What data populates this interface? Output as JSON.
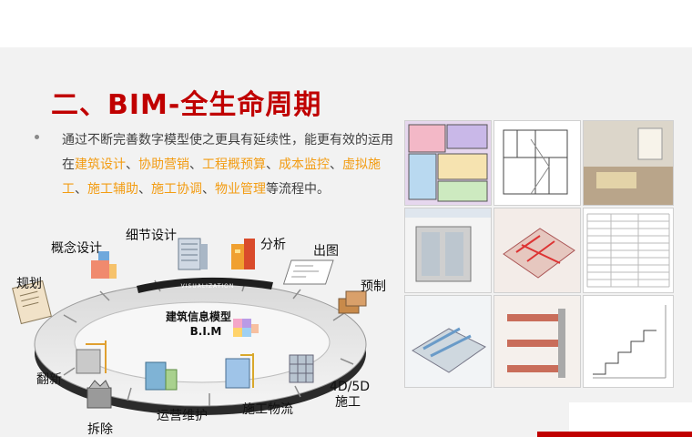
{
  "slide": {
    "title": "二、BIM-全生命周期",
    "paragraph": {
      "p1": "通过不断完善数字模型使之更具有延续性，能更有效的运用在",
      "h1": "建筑设计",
      "s1": "、",
      "h2": "协助营销",
      "s2": "、",
      "h3": "工程概预算",
      "s3": "、",
      "h4": "成本监控",
      "s4": "、",
      "h5": "虚拟施工",
      "s5": "、",
      "h6": "施工辅助",
      "s6": "、",
      "h7": "施工协调",
      "s7": "、",
      "h8": "物业管理",
      "p2": "等流程中。"
    },
    "highlight_color": "#f39c12",
    "title_color": "#c00000"
  },
  "diagram": {
    "ring_text": "VISUALIZATION",
    "center_line1": "建筑信息模型",
    "center_line2": "B.I.M",
    "stages": {
      "planning": "规划",
      "concept": "概念设计",
      "detail": "细节设计",
      "analysis": "分析",
      "drawings": "出图",
      "prefab": "预制",
      "construction_4d5d_a": "4D/5D",
      "construction_4d5d_b": "施工",
      "logistics": "施工物流",
      "operations": "运营维护",
      "renovation": "翻新",
      "demolition": "拆除"
    }
  }
}
